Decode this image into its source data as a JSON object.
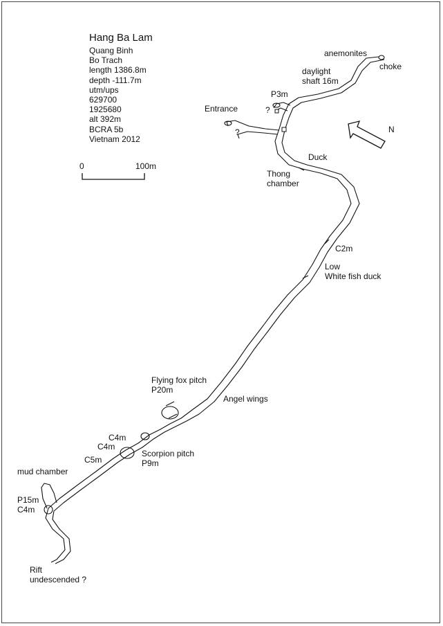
{
  "survey": {
    "title": "Hang Ba Lam",
    "province": "Quang Binh",
    "district": "Bo Trach",
    "length": "length 1386.8m",
    "depth": "depth -111.7m",
    "grid": "utm/ups",
    "easting": "629700",
    "northing": "1925680",
    "altitude": "alt 392m",
    "grade": "BCRA 5b",
    "expedition": "Vietnam 2012"
  },
  "scale_bar": {
    "start_label": "0",
    "end_label": "100m"
  },
  "north_arrow": {
    "label": "N"
  },
  "labels": {
    "anemonites": "anemonites",
    "choke": "choke",
    "daylight": "daylight",
    "shaft": "shaft 16m",
    "p3m": "P3m",
    "entrance": "Entrance",
    "q1": "?",
    "q2": "?",
    "duck": "Duck",
    "thong1": "Thong",
    "thong2": "chamber",
    "c2m": "C2m",
    "low": "Low",
    "whitefish": "White fish duck",
    "flying1": "Flying fox pitch",
    "flying2": "P20m",
    "angel": "Angel wings",
    "c4m_a": "C4m",
    "c4m_b": "C4m",
    "c5m": "C5m",
    "scorpion1": "Scorpion pitch",
    "scorpion2": "P9m",
    "mud": "mud chamber",
    "p15m": "P15m",
    "c4m_c": "C4m",
    "rift1": "Rift",
    "rift2": "undescended ?"
  }
}
